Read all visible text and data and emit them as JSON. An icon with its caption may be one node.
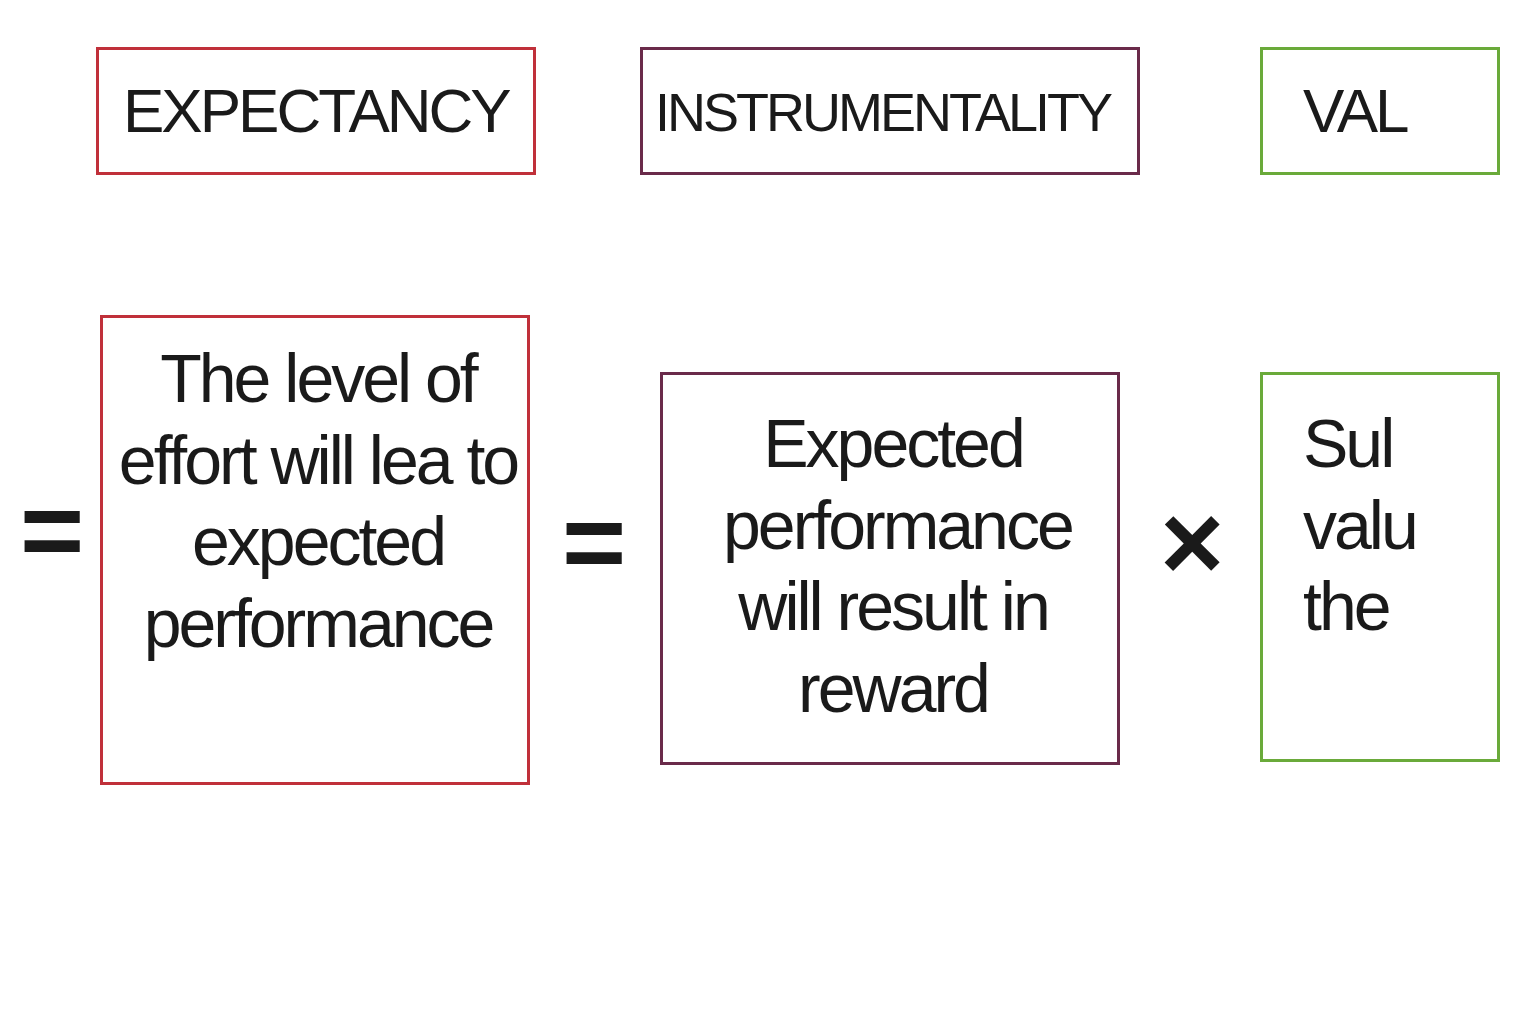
{
  "diagram": {
    "nodes": [
      {
        "text": [
          "EXPECTANCY"
        ]
      },
      {
        "text": [
          "INSTRUMENTALITY"
        ]
      },
      {
        "text": [
          "VAL"
        ]
      },
      {
        "text": [
          "The level of effort will lea to expected performance"
        ]
      },
      {
        "text": [
          "Expected performance will result in reward"
        ]
      },
      {
        "text": [
          "Sul valu the"
        ]
      }
    ],
    "labels": [
      "=",
      "=",
      "×"
    ]
  }
}
